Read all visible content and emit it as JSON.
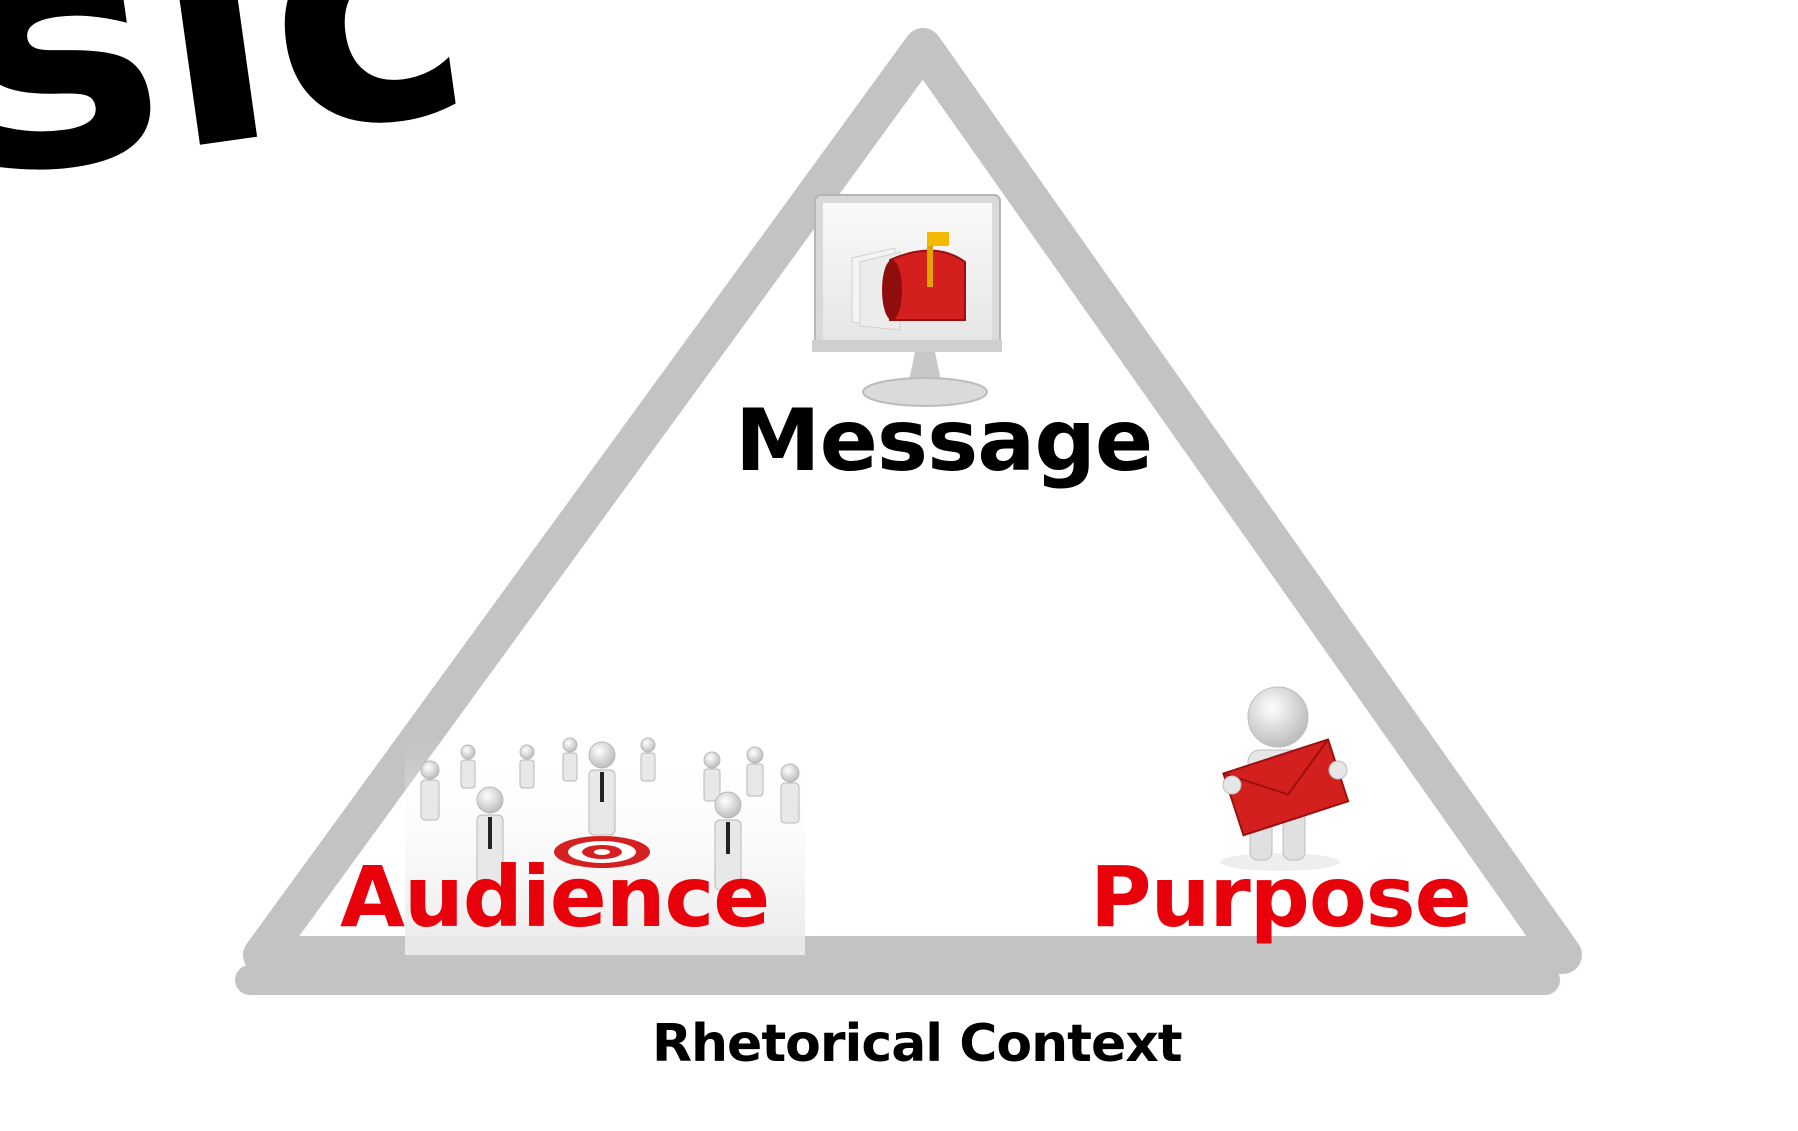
{
  "diagram": {
    "type": "rhetorical-triangle",
    "vertices": {
      "top": "Message",
      "bottom_left": "Audience",
      "bottom_right": "Purpose"
    },
    "caption": "Rhetorical Context",
    "colors": {
      "triangle_stroke": "#c4c2c2",
      "vertex_top_text": "#000000",
      "vertex_bottom_text": "#e8000a",
      "caption_text": "#000000",
      "background": "#ffffff"
    },
    "icons": {
      "top": "computer-monitor-mailbox-icon",
      "bottom_left": "crowd-target-icon",
      "bottom_right": "person-holding-envelope-icon"
    }
  },
  "background_text_fragment": "sic"
}
